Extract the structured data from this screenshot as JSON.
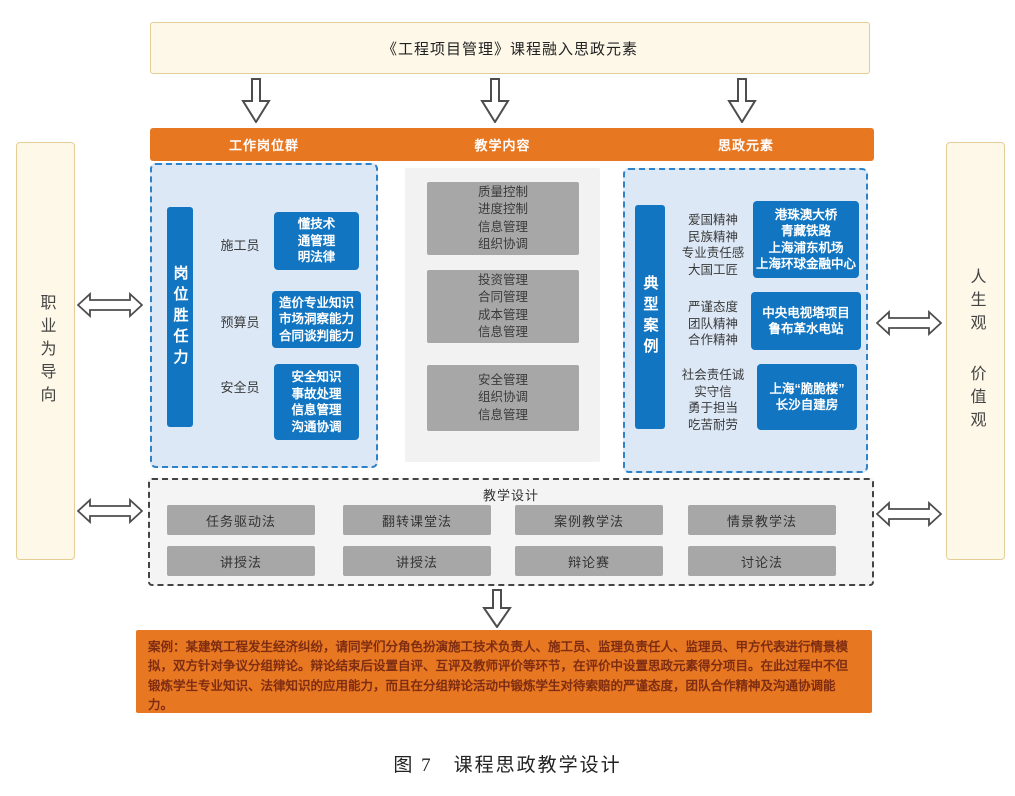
{
  "figure": {
    "title_box": "《工程项目管理》课程融入思政元素",
    "caption": "图 7　课程思政教学设计"
  },
  "header_bar": {
    "columns": [
      "工作岗位群",
      "教学内容",
      "思政元素"
    ]
  },
  "side_left": {
    "label": "职业为导向"
  },
  "side_right": {
    "label_top": "人生观",
    "label_bottom": "价值观"
  },
  "job_panel": {
    "bar_label": "岗位胜任力",
    "rows": [
      {
        "role": "施工员",
        "skills": "懂技术\n通管理\n明法律"
      },
      {
        "role": "预算员",
        "skills": "造价专业知识\n市场洞察能力\n合同谈判能力"
      },
      {
        "role": "安全员",
        "skills": "安全知识\n事故处理\n信息管理\n沟通协调"
      }
    ]
  },
  "content_panel": {
    "boxes": [
      "质量控制\n进度控制\n信息管理\n组织协调",
      "投资管理\n合同管理\n成本管理\n信息管理",
      "安全管理\n组织协调\n信息管理"
    ]
  },
  "ideology_panel": {
    "bar_label": "典型案例",
    "rows": [
      {
        "elements": "爱国精神\n民族精神\n专业责任感\n大国工匠",
        "cases": "港珠澳大桥\n青藏铁路\n上海浦东机场\n上海环球金融中心"
      },
      {
        "elements": "严谨态度\n团队精神\n合作精神",
        "cases": "中央电视塔项目\n鲁布革水电站"
      },
      {
        "elements": "社会责任诚\n实守信\n勇于担当\n吃苦耐劳",
        "cases": "上海“脆脆楼”\n长沙自建房"
      }
    ]
  },
  "teaching_design": {
    "title": "教学设计",
    "row1": [
      "任务驱动法",
      "翻转课堂法",
      "案例教学法",
      "情景教学法"
    ],
    "row2": [
      "讲授法",
      "讲授法",
      "辩论赛",
      "讨论法"
    ]
  },
  "case_box": {
    "text": "案例：某建筑工程发生经济纠纷，请同学们分角色扮演施工技术负责人、施工员、监理负责任人、监理员、甲方代表进行情景模拟，双方针对争议分组辩论。辩论结束后设置自评、互评及教师评价等环节，在评价中设置思政元素得分项目。在此过程中不但锻炼学生专业知识、法律知识的应用能力，而且在分组辩论活动中锻炼学生对待索赔的严谨态度，团队合作精神及沟通协调能力。"
  },
  "colors": {
    "orange": "#E87722",
    "blue": "#1175C1",
    "panel_blue_bg": "#DCE8F6",
    "dashed_blue_border": "#2E82C8",
    "gray_box": "#A7A7A7",
    "light_gray_panel": "#F2F2F2",
    "cream_bg": "#FDF8E8",
    "cream_border": "#E5CE96",
    "case_text": "#7E2D12"
  }
}
